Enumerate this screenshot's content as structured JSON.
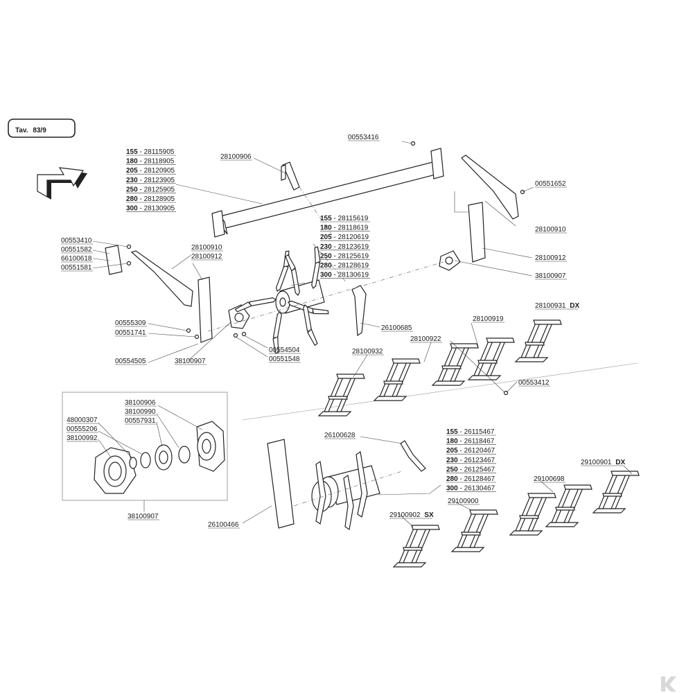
{
  "plate": {
    "prefix": "Tav.",
    "number": "83/9"
  },
  "size_codes": [
    "155",
    "180",
    "205",
    "230",
    "250",
    "280",
    "300"
  ],
  "groups": {
    "frame_bar": [
      "28115905",
      "28118905",
      "28120905",
      "28123905",
      "28125905",
      "28128905",
      "28130905"
    ],
    "rotor_shaft": [
      "28115619",
      "28118619",
      "28120619",
      "28123619",
      "28125619",
      "28128619",
      "28130619"
    ],
    "roller_tube": [
      "26115467",
      "26118467",
      "26120467",
      "26123467",
      "26125467",
      "26128467",
      "26130467"
    ]
  },
  "labels": {
    "l_00553416": "00553416",
    "l_28100906": "28100906",
    "l_00551652": "00551652",
    "l_28100910_r": "28100910",
    "l_28100912_r": "28100912",
    "l_38100907_r": "38100907",
    "l_00553410": "00553410",
    "l_00551582": "00551582",
    "l_66100618": "66100618",
    "l_00551581": "00551581",
    "l_28100910_l": "28100910",
    "l_28100912_l": "28100912",
    "l_00555309": "00555309",
    "l_00551741": "00551741",
    "l_00554505": "00554505",
    "l_38100907_l": "38100907",
    "l_00554504": "00554504",
    "l_00551548": "00551548",
    "l_26100685": "26100685",
    "l_28100919": "28100919",
    "l_28100932": "28100932",
    "l_28100922": "28100922",
    "l_00553412": "00553412",
    "l_38100906": "38100906",
    "l_38100990": "38100990",
    "l_00557931": "00557931",
    "l_48000307": "48000307",
    "l_00555206": "00555206",
    "l_38100992": "38100992",
    "l_38100907_box": "38100907",
    "l_26100628": "26100628",
    "l_26100466": "26100466",
    "l_29100900": "29100900",
    "l_29100698": "29100698"
  },
  "tagged_labels": {
    "t_28100931": {
      "code": "28100931",
      "tag": "DX"
    },
    "t_29100901": {
      "code": "29100901",
      "tag": "DX"
    },
    "t_29100902": {
      "code": "29100902",
      "tag": "SX"
    }
  }
}
